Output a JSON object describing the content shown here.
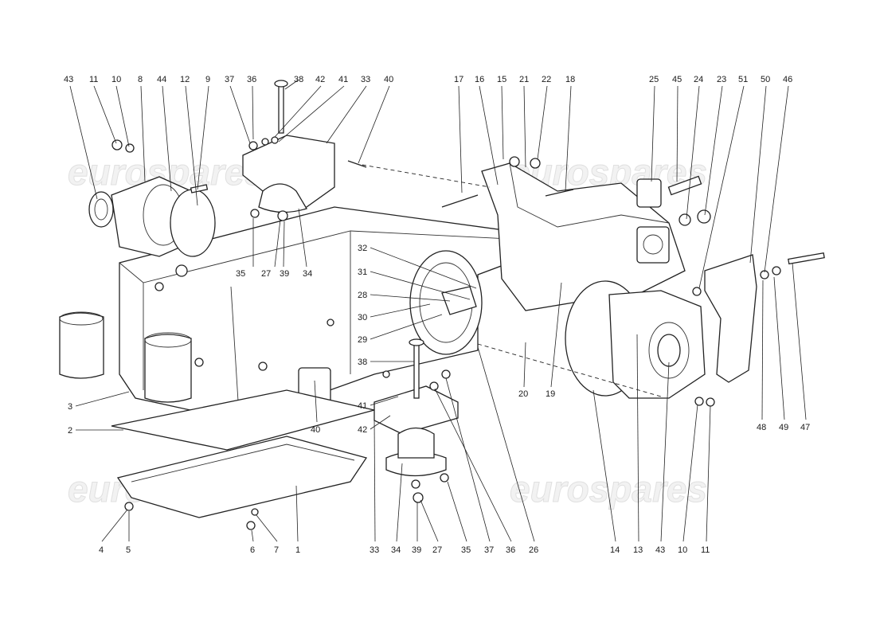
{
  "watermark": {
    "text": "eurospares"
  },
  "callouts_top_left": [
    "43",
    "11",
    "10",
    "8",
    "44",
    "12",
    "9",
    "37",
    "36",
    "38",
    "42",
    "41",
    "33",
    "40"
  ],
  "callouts_top_right": [
    "17",
    "16",
    "15",
    "21",
    "22",
    "18",
    "25",
    "45",
    "24",
    "23",
    "51",
    "50",
    "46"
  ],
  "callouts_middle": [
    "35",
    "27",
    "39",
    "34",
    "32",
    "31",
    "28",
    "30",
    "29",
    "38",
    "41",
    "42",
    "40",
    "3",
    "2",
    "20",
    "19",
    "48",
    "49",
    "47"
  ],
  "callouts_bottom": [
    "4",
    "5",
    "6",
    "7",
    "1",
    "33",
    "34",
    "39",
    "27",
    "35",
    "37",
    "36",
    "26",
    "14",
    "13",
    "43",
    "10",
    "11"
  ]
}
